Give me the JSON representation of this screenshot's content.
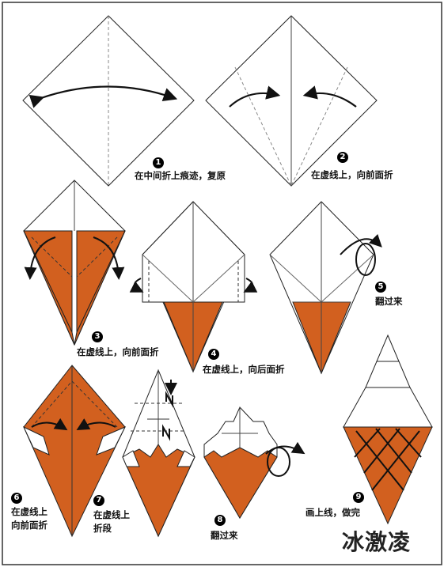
{
  "title": "冰激凌",
  "colors": {
    "paper": "#ffffff",
    "orange": "#d2601f",
    "line": "#222222",
    "frame": "#333333"
  },
  "steps": [
    {
      "number": "1",
      "caption": "在中间折上痕迹，复原"
    },
    {
      "number": "2",
      "caption": "在虚线上，向前面折"
    },
    {
      "number": "3",
      "caption": "在虚线上，向前面折"
    },
    {
      "number": "4",
      "caption": "在虚线上，向后面折"
    },
    {
      "number": "5",
      "caption": "翻过来"
    },
    {
      "number": "6",
      "caption": [
        "在虚线上",
        "向前面折"
      ]
    },
    {
      "number": "7",
      "caption": [
        "在虚线上",
        "折段"
      ]
    },
    {
      "number": "8",
      "caption": "翻过来"
    },
    {
      "number": "9",
      "caption": "画上线，做完"
    }
  ]
}
